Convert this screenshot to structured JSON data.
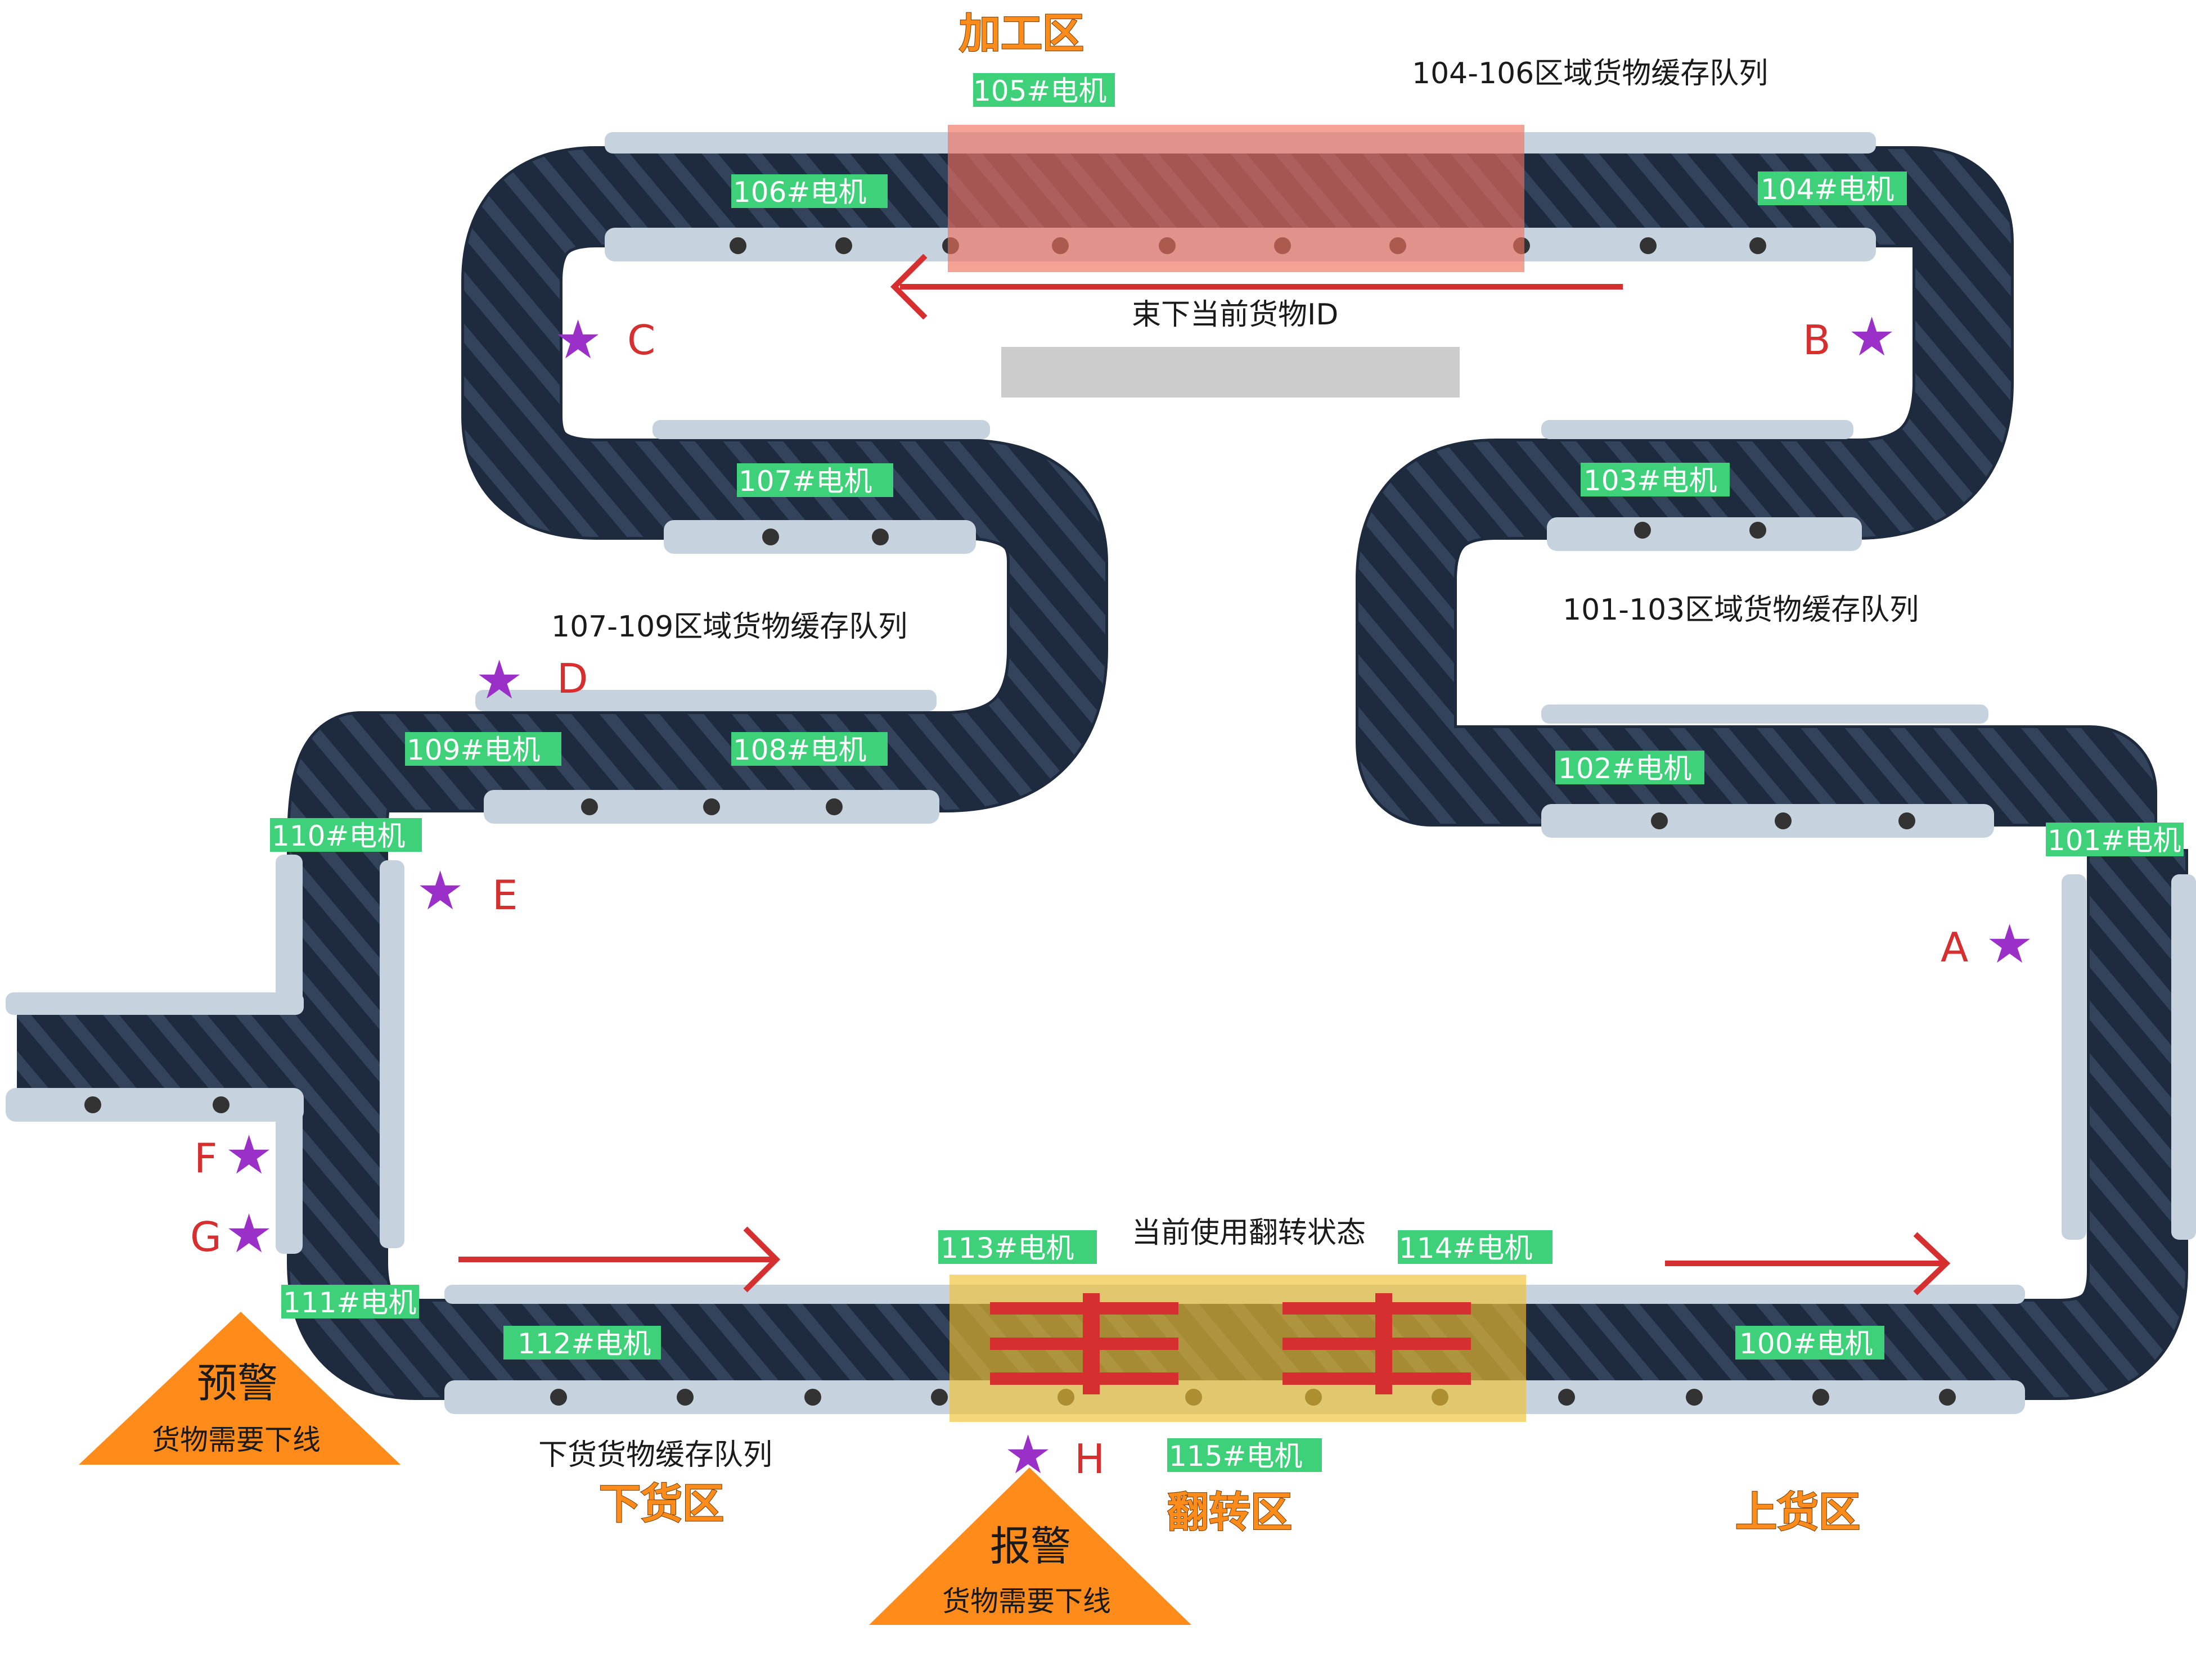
{
  "zones": {
    "processing": "加工区",
    "unloading": "下货区",
    "flipping": "翻转区",
    "loading": "上货区"
  },
  "queues": {
    "q104_106": "104-106区域货物缓存队列",
    "q107_109": "107-109区域货物缓存队列",
    "q101_103": "101-103区域货物缓存队列",
    "unload": "下货货物缓存队列"
  },
  "texts": {
    "bundle_id": "束下当前货物ID",
    "flip_state": "当前使用翻转状态"
  },
  "motors": [
    "100#电机",
    "101#电机",
    "102#电机",
    "103#电机",
    "104#电机",
    "105#电机",
    "106#电机",
    "107#电机",
    "108#电机",
    "109#电机",
    "110#电机",
    "111#电机",
    "112#电机",
    "113#电机",
    "114#电机",
    "115#电机"
  ],
  "stars": [
    "A",
    "B",
    "C",
    "D",
    "E",
    "F",
    "G",
    "H"
  ],
  "warnings": {
    "pre": {
      "title": "预警",
      "sub": "货物需要下线"
    },
    "alarm": {
      "title": "报警",
      "sub": "货物需要下线"
    }
  },
  "colors": {
    "belt": "#1e2a3d",
    "stripe": "#34435c",
    "rail": "#c6d3de",
    "roller": "#333333",
    "motor_bg": "#3fd17a",
    "arrow": "#d62f2f",
    "star": "#9b30c8",
    "process_overlay": "#ee6e5e",
    "flip_overlay": "#f0c030",
    "warning": "#ff8c1a",
    "placeholder": "#cccccc"
  }
}
